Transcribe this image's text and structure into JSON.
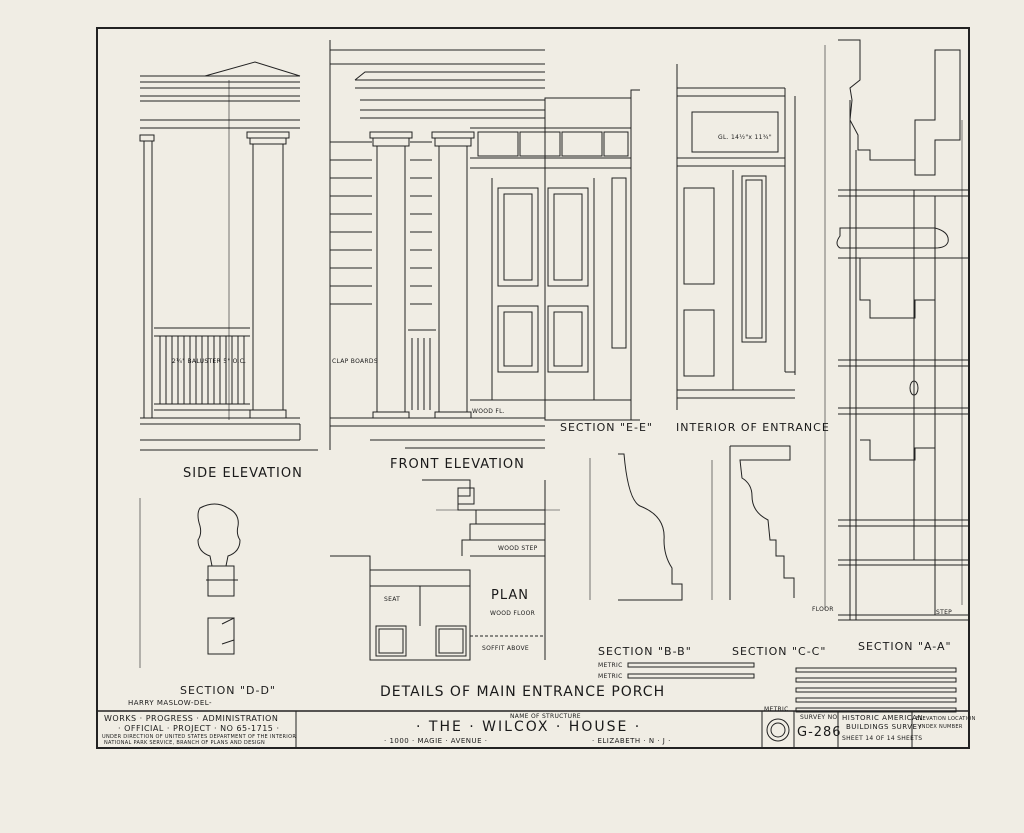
{
  "drawing": {
    "main_title": "DETAILS OF MAIN ENTRANCE PORCH",
    "views": {
      "side_elevation": "SIDE ELEVATION",
      "front_elevation": "FRONT ELEVATION",
      "section_ee": "SECTION \"E-E\"",
      "interior_entrance": "INTERIOR OF ENTRANCE",
      "plan": "PLAN",
      "section_dd": "SECTION \"D-D\"",
      "section_bb": "SECTION \"B-B\"",
      "section_cc": "SECTION \"C-C\"",
      "section_aa": "SECTION \"A-A\""
    },
    "annotations": {
      "baluster": "2¼\" BALUSTER 5\" O.C.",
      "clapboards": "CLAP BOARDS",
      "wood_fl": "WOOD FL.",
      "wood_step": "WOOD STEP",
      "wood_floor": "WOOD FLOOR",
      "soffit_above": "SOFFIT ABOVE",
      "seat": "SEAT",
      "floor": "FLOOR",
      "step": "STEP",
      "gl": "GL. 14½\"x 11¾\"",
      "metric": "METRIC",
      "delineator": "HARRY MASLOW-DEL-"
    }
  },
  "title_block": {
    "agency_1": "WORKS · PROGRESS · ADMINISTRATION",
    "agency_2": "· OFFICIAL · PROJECT · NO 65-1715 ·",
    "agency_3": "UNDER DIRECTION OF UNITED STATES DEPARTMENT OF THE INTERIOR",
    "agency_4": "NATIONAL PARK SERVICE, BRANCH OF PLANS AND DESIGN",
    "structure_label": "NAME OF STRUCTURE",
    "structure_name": "· THE · WILCOX · HOUSE ·",
    "address": "· 1000 · MAGIE · AVENUE ·",
    "city": "· ELIZABETH · N · J ·",
    "survey_label": "SURVEY NO.",
    "survey_no": "G-286",
    "habs_1": "HISTORIC AMERICAN",
    "habs_2": "BUILDINGS SURVEY",
    "sheet": "SHEET 14 OF 14 SHEETS",
    "index_1": "ELEVATION LOCATION",
    "index_2": "INDEX NUMBER"
  }
}
